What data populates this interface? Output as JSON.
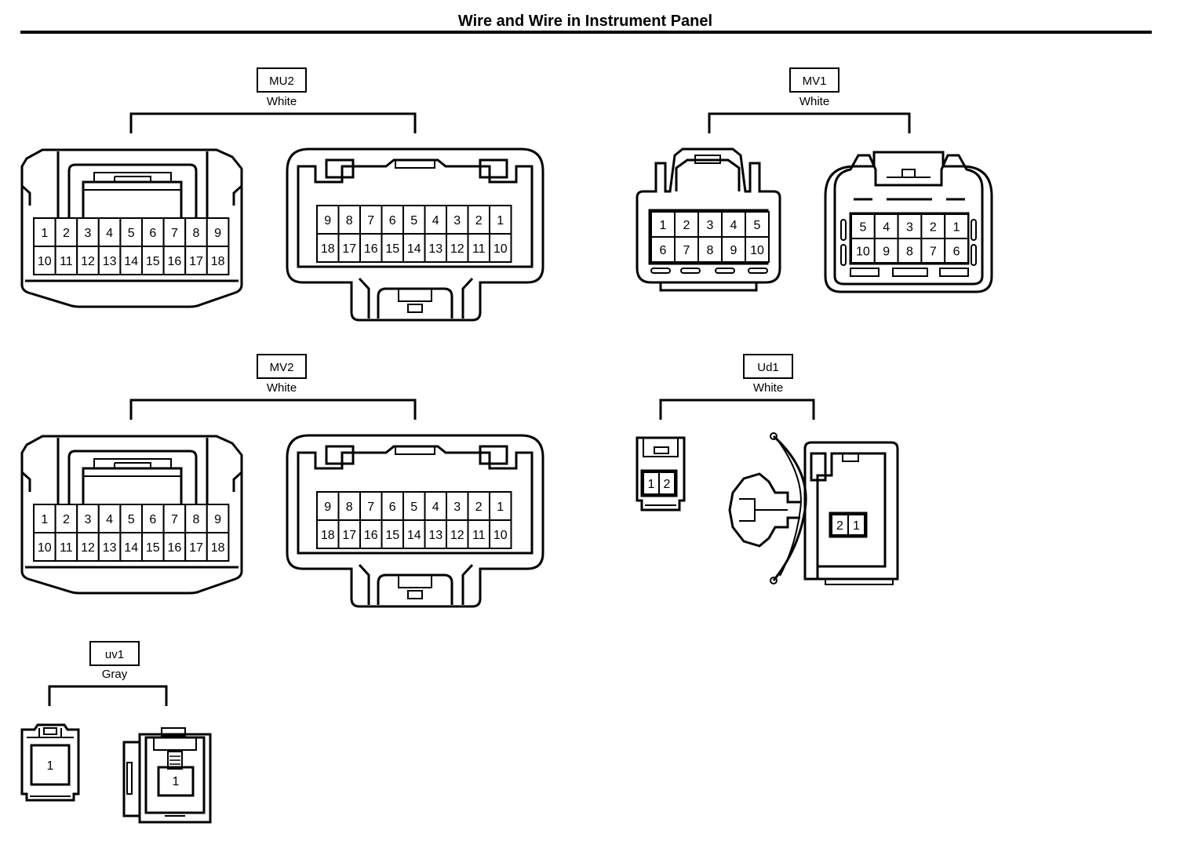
{
  "page": {
    "title": "Wire and Wire in Instrument Panel"
  },
  "connectors": {
    "mu2": {
      "code": "MU2",
      "color": "White",
      "left_pins_top": [
        "1",
        "2",
        "3",
        "4",
        "5",
        "6",
        "7",
        "8",
        "9"
      ],
      "left_pins_bottom": [
        "10",
        "11",
        "12",
        "13",
        "14",
        "15",
        "16",
        "17",
        "18"
      ],
      "right_pins_top": [
        "9",
        "8",
        "7",
        "6",
        "5",
        "4",
        "3",
        "2",
        "1"
      ],
      "right_pins_bottom": [
        "18",
        "17",
        "16",
        "15",
        "14",
        "13",
        "12",
        "11",
        "10"
      ]
    },
    "mv1": {
      "code": "MV1",
      "color": "White",
      "left_pins_top": [
        "1",
        "2",
        "3",
        "4",
        "5"
      ],
      "left_pins_bottom": [
        "6",
        "7",
        "8",
        "9",
        "10"
      ],
      "right_pins_top": [
        "5",
        "4",
        "3",
        "2",
        "1"
      ],
      "right_pins_bottom": [
        "10",
        "9",
        "8",
        "7",
        "6"
      ]
    },
    "mv2": {
      "code": "MV2",
      "color": "White",
      "left_pins_top": [
        "1",
        "2",
        "3",
        "4",
        "5",
        "6",
        "7",
        "8",
        "9"
      ],
      "left_pins_bottom": [
        "10",
        "11",
        "12",
        "13",
        "14",
        "15",
        "16",
        "17",
        "18"
      ],
      "right_pins_top": [
        "9",
        "8",
        "7",
        "6",
        "5",
        "4",
        "3",
        "2",
        "1"
      ],
      "right_pins_bottom": [
        "18",
        "17",
        "16",
        "15",
        "14",
        "13",
        "12",
        "11",
        "10"
      ]
    },
    "ud1": {
      "code": "Ud1",
      "color": "White",
      "left_pins": [
        "1",
        "2"
      ],
      "right_pins": [
        "2",
        "1"
      ]
    },
    "uv1": {
      "code": "uv1",
      "color": "Gray",
      "left_pin": "1",
      "right_pin": "1"
    }
  }
}
